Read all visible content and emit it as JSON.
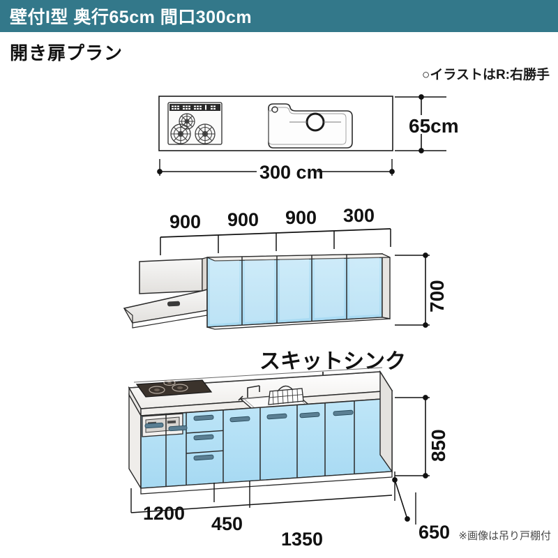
{
  "header": {
    "title": "壁付I型 奥行65cm 間口300cm",
    "bg_color": "#33788a",
    "text_color": "#ffffff"
  },
  "plan_title": "開き扉プラン",
  "hand_note": "○イラストはR:右勝手",
  "footnote": "※画像は吊り戸棚付",
  "colors": {
    "teal": "#33788a",
    "cabinet_blue": "#ade0f5",
    "cabinet_blue_dark": "#8fcbe8",
    "counter_white": "#f4f4f2",
    "body_white": "#ffffff",
    "line": "#1a1a1a",
    "hood_gray": "#eceae8"
  },
  "plan_view": {
    "label": "top-plan-view",
    "width_dim": "300 cm",
    "depth_dim": "65cm",
    "cooktop": {
      "name": "gas-cooktop",
      "burners": 3
    },
    "sink": {
      "name": "sink-basin",
      "drain": true
    }
  },
  "wall_cabinet": {
    "label": "wall-cabinet-elevation",
    "segments": [
      "900",
      "900",
      "900",
      "300"
    ],
    "height_dim": "700",
    "door_count": 5,
    "range_hood": "range-hood"
  },
  "base_cabinet": {
    "label": "base-cabinet-elevation",
    "callout": "スキットシンク",
    "height_dim": "850",
    "depth_dim": "650",
    "bottom_dims": [
      "1200",
      "450",
      "1350"
    ],
    "drawer_count": 3,
    "door_count": 6
  }
}
